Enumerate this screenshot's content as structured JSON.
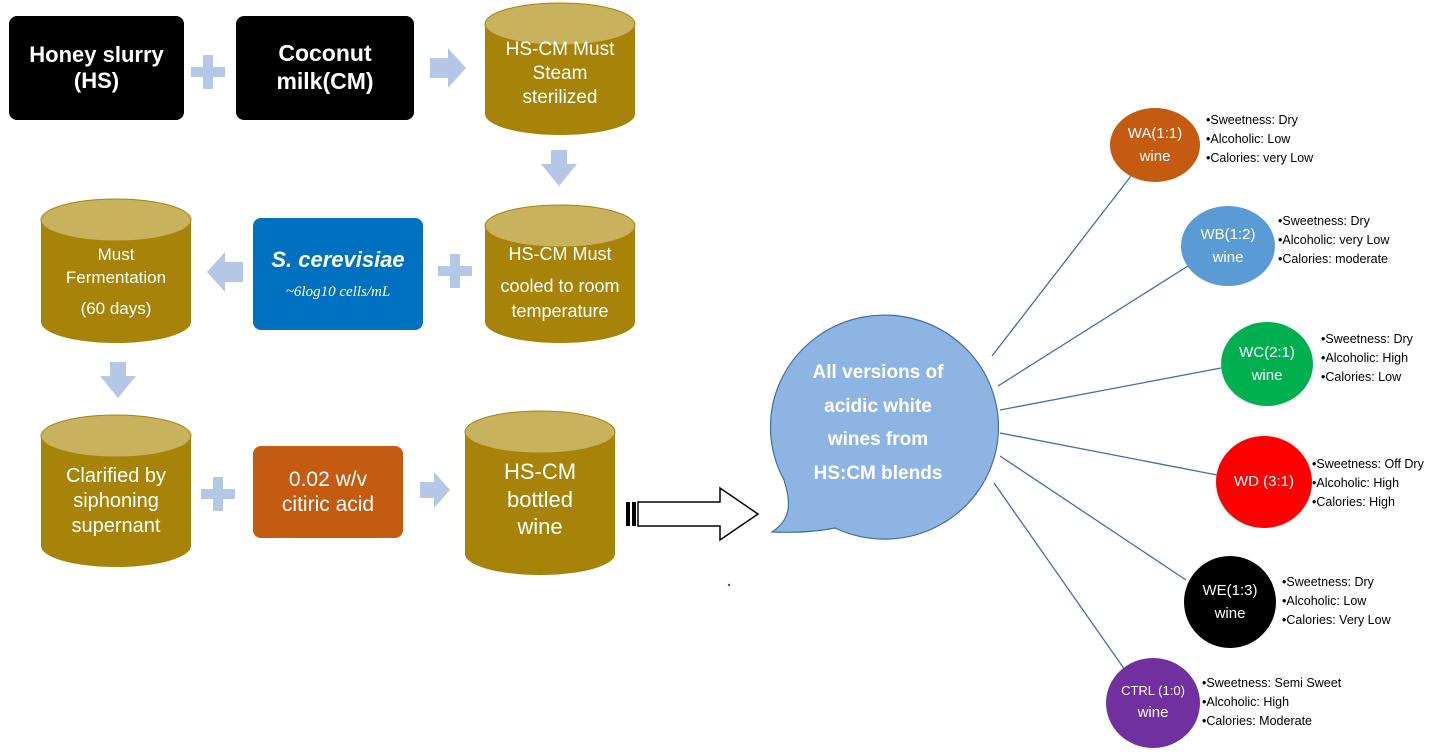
{
  "steps": {
    "honey": "Honey slurry (HS)",
    "coconut": "Coconut milk(CM)",
    "sterilized": [
      "HS-CM Must",
      "Steam",
      "sterilized"
    ],
    "cooled": [
      "HS-CM Must",
      "cooled to room",
      "temperature"
    ],
    "yeast_name": "S. cerevisiae",
    "yeast_count": "~6log10 cells/mL",
    "fermentation": [
      "Must",
      "Fermentation",
      "(60 days)"
    ],
    "clarified": [
      "Clarified by",
      "siphoning",
      "supernant"
    ],
    "acid": [
      "0.02 w/v",
      "citiric acid"
    ],
    "bottled": [
      "HS-CM",
      "bottled",
      "wine"
    ]
  },
  "hub": [
    "All versions of",
    "acidic white",
    "wines from",
    "HS:CM blends"
  ],
  "wines": [
    {
      "name": "WA(1:1)",
      "sub": "wine",
      "color": "#C55A11",
      "sweetness": "Sweetness: Dry",
      "alcoholic": "Alcoholic: Low",
      "calories": "Calories: very Low"
    },
    {
      "name": "WB(1:2)",
      "sub": "wine",
      "color": "#5B9BD5",
      "sweetness": "Sweetness: Dry",
      "alcoholic": "Alcoholic: very Low",
      "calories": "Calories: moderate"
    },
    {
      "name": "WC(2:1)",
      "sub": "wine",
      "color": "#00B050",
      "sweetness": "Sweetness: Dry",
      "alcoholic": "Alcoholic: High",
      "calories": "Calories: Low"
    },
    {
      "name": "WD (3:1)",
      "sub": "",
      "color": "#FF0000",
      "sweetness": "Sweetness: Off Dry",
      "alcoholic": "Alcoholic: High",
      "calories": "Calories: High"
    },
    {
      "name": "WE(1:3)",
      "sub": "wine",
      "color": "#000000",
      "sweetness": "Sweetness: Dry",
      "alcoholic": "Alcoholic: Low",
      "calories": "Calories: Very Low"
    },
    {
      "name": "CTRL (1:0)",
      "sub": "wine",
      "color": "#7030A0",
      "sweetness": "Sweetness: Semi Sweet",
      "alcoholic": "Alcoholic: High",
      "calories": "Calories: Moderate"
    }
  ],
  "colors": {
    "cylinder_body": "#A8830A",
    "cylinder_top": "#C8B25E",
    "arrow": "#B4C7E7",
    "yeast_box": "#0070C0",
    "acid_box": "#C55A11",
    "hub": "#8EB4E3",
    "connector": "#41719C"
  }
}
